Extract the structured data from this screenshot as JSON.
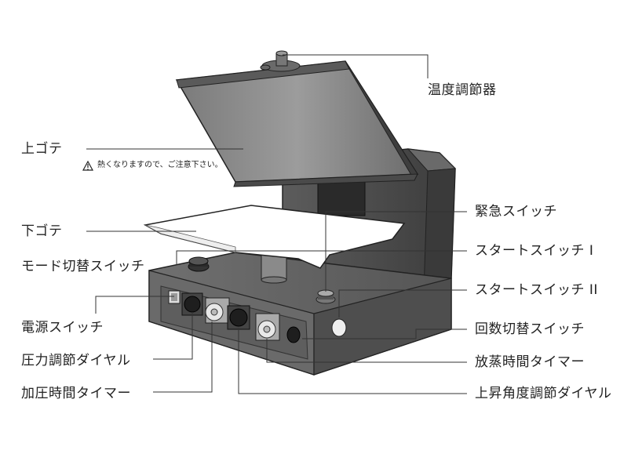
{
  "labels": {
    "temp_controller": "温度調節器",
    "upper_plate": "上ゴテ",
    "upper_plate_warning": "熱くなりますので、ご注意下さい。",
    "lower_plate": "下ゴテ",
    "mode_switch": "モード切替スイッチ",
    "power_switch": "電源スイッチ",
    "pressure_dial": "圧力調節ダイヤル",
    "press_timer": "加圧時間タイマー",
    "emergency_switch": "緊急スイッチ",
    "start_switch_1": "スタートスイッチ I",
    "start_switch_2": "スタートスイッチ II",
    "count_switch": "回数切替スイッチ",
    "steam_timer": "放蒸時間タイマー",
    "lift_angle_dial": "上昇角度調節ダイヤル"
  },
  "icons": {
    "warning": "warning-triangle-icon"
  },
  "colors": {
    "body_dark": "#4a4a4a",
    "body_mid": "#6e6e6e",
    "plate_light": "#9a9a9a",
    "leader_line": "#333333"
  }
}
